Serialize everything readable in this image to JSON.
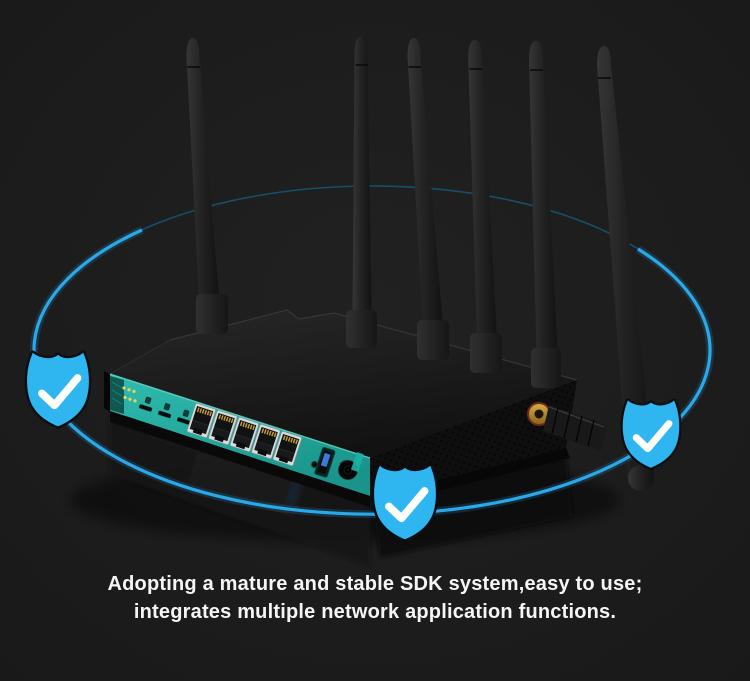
{
  "page": {
    "background_color": "#1b1b1b"
  },
  "caption": {
    "line1": "Adopting a mature and stable SDK system,easy to use;",
    "line2": "integrates multiple network application functions."
  },
  "colors": {
    "page-bg": "#1b1b1b",
    "accent-ring": "#2aa9ea",
    "shield-fill": "#2fb5f0",
    "check-color": "#ffffff",
    "panel-teal": "#2fbdb0",
    "caption-color": "#f5f5f5"
  },
  "device": {
    "name": "wireless-router",
    "antennas": 6,
    "ethernet_ports": 5,
    "sim_slots": 3,
    "status_leds": 6
  },
  "badges": [
    {
      "icon": "shield-check-icon"
    },
    {
      "icon": "shield-check-icon"
    },
    {
      "icon": "shield-check-icon"
    }
  ]
}
